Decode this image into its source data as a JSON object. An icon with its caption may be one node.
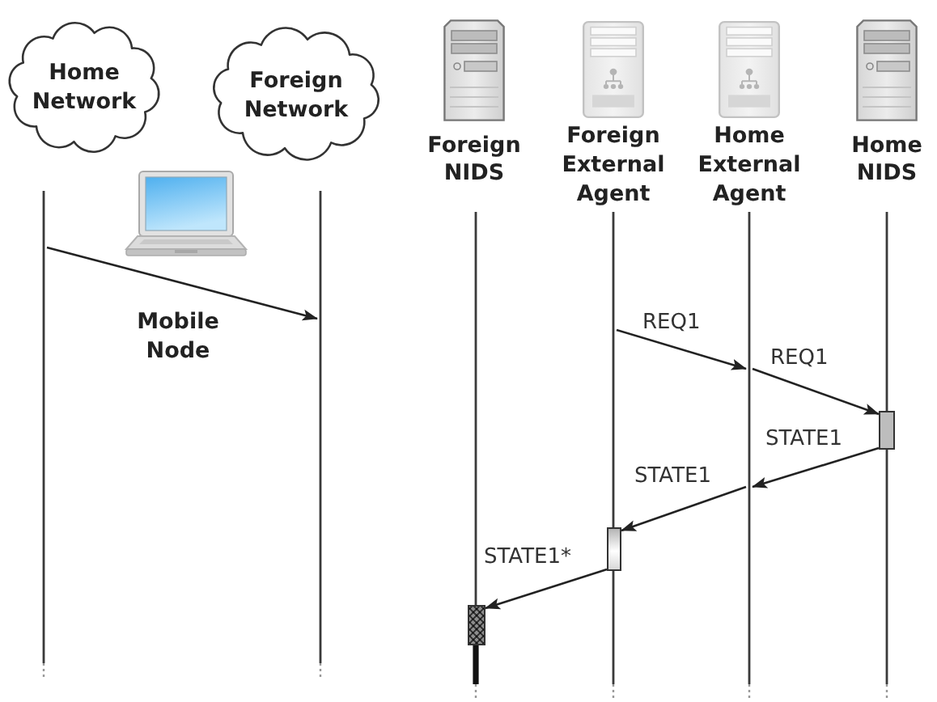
{
  "diagram": {
    "nodes": [
      {
        "text": [
          "Home Network"
        ]
      },
      {
        "text": [
          "Foreign Network"
        ]
      },
      {
        "text": [
          "Foreign NIDS"
        ]
      },
      {
        "text": [
          "Foreign External Agent"
        ]
      },
      {
        "text": [
          "Home External Agent"
        ]
      },
      {
        "text": [
          "Home NIDS"
        ]
      },
      {
        "text": [],
        "shape": "line"
      },
      {
        "text": [],
        "shape": "line"
      },
      {
        "text": [],
        "shape": "line"
      },
      {
        "text": [],
        "shape": "line"
      },
      {
        "text": [],
        "shape": "line"
      },
      {
        "text": [],
        "shape": "line"
      },
      {
        "text": [],
        "shape": "bar"
      },
      {
        "text": [],
        "shape": "bar"
      },
      {
        "text": [],
        "shape": "bar"
      }
    ],
    "edges": [
      {
        "from": 6,
        "to": 7,
        "arrow": "to",
        "label": "Mobile Node"
      },
      {
        "from": 9,
        "to": 10,
        "arrow": "to",
        "label": "REQ1"
      },
      {
        "from": 10,
        "to": 14,
        "arrow": "to",
        "label": "REQ1"
      },
      {
        "from": 14,
        "to": 10,
        "arrow": "to",
        "label": "STATE1"
      },
      {
        "from": 10,
        "to": 13,
        "arrow": "to",
        "label": "STATE1"
      },
      {
        "from": 13,
        "to": 12,
        "arrow": "to",
        "label": "STATE1*"
      }
    ]
  }
}
